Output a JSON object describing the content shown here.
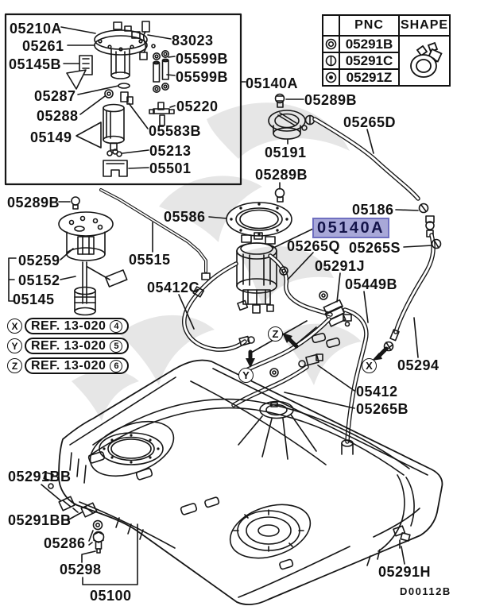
{
  "highlight": {
    "bg": "#a8a8d8",
    "border": "#6f6fc0",
    "text": "#14144a"
  },
  "inset_labels": [
    "05210A",
    "05261",
    "05145B",
    "05287",
    "05288",
    "05149",
    "83023",
    "05599B",
    "05599B",
    "05220",
    "05583B",
    "05213",
    "05501"
  ],
  "main_labels": {
    "p05140a_top": "05140A",
    "p05289b_a": "05289B",
    "p05265d": "05265D",
    "p05191": "05191",
    "p05289b_b": "05289B",
    "p05186": "05186",
    "p05140a_selected": "05140A",
    "p05289b_c": "05289B",
    "p05586": "05586",
    "p05265q": "05265Q",
    "p05265s": "05265S",
    "p05291j": "05291J",
    "p05449b": "05449B",
    "p05259": "05259",
    "p05152": "05152",
    "p05145": "05145",
    "p05515": "05515",
    "p05412c": "05412C",
    "p05294": "05294",
    "p05412": "05412",
    "p05265b": "05265B",
    "p05291bb_a": "05291BB",
    "p05291bb_b": "05291BB",
    "p05286": "05286",
    "p05298": "05298",
    "p05100": "05100",
    "p05291h": "05291H"
  },
  "table": {
    "headers": [
      "",
      "PNC",
      "SHAPE"
    ],
    "rows": [
      {
        "symbol": "double-circle",
        "pnc": "05291B"
      },
      {
        "symbol": "circle-vertical-line",
        "pnc": "05291C"
      },
      {
        "symbol": "circle-dot",
        "pnc": "05291Z"
      }
    ]
  },
  "ref_notes": [
    {
      "marker": "X",
      "text": "REF. 13-020",
      "num": "4"
    },
    {
      "marker": "Y",
      "text": "REF. 13-020",
      "num": "5"
    },
    {
      "marker": "Z",
      "text": "REF. 13-020",
      "num": "6"
    }
  ],
  "diagram_markers": {
    "z": "Z",
    "y": "Y",
    "x": "X"
  },
  "diagram_code": "D00112B"
}
